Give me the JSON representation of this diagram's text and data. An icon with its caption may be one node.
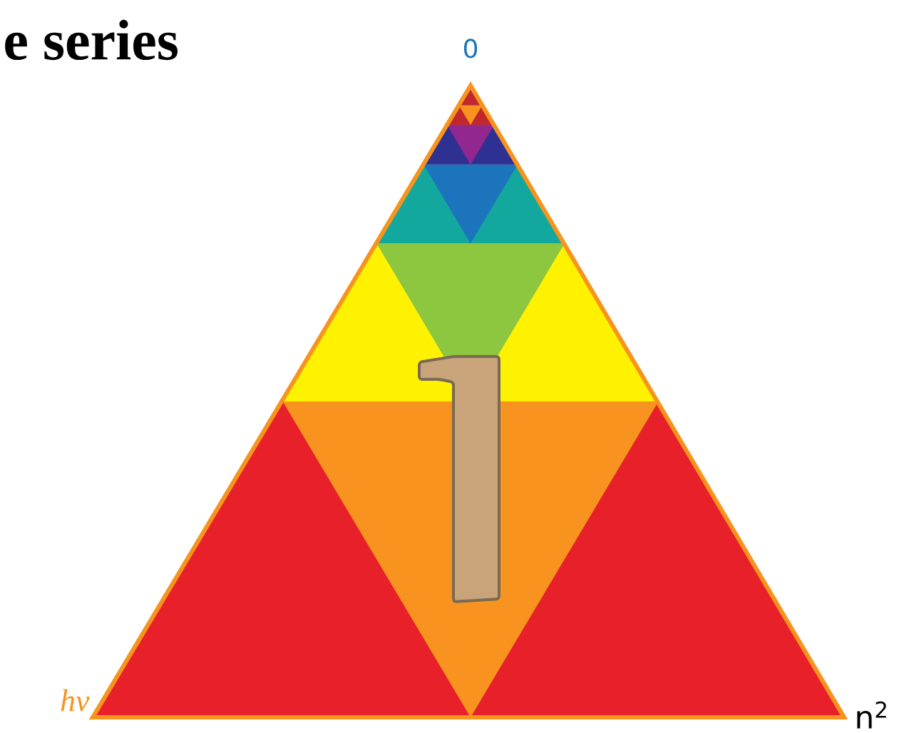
{
  "diagram": {
    "title": "e series",
    "labels": [
      "0",
      "hν",
      "n$^{2}$"
    ]
  }
}
